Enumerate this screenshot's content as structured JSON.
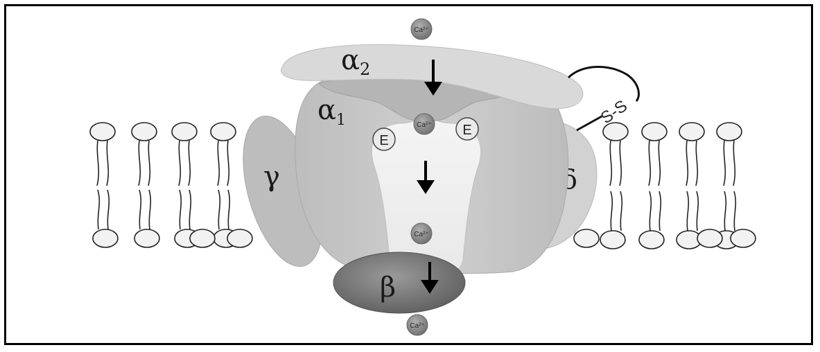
{
  "labels": {
    "alpha2_sym": "α",
    "alpha2_sub": "2",
    "alpha1_sym": "α",
    "alpha1_sub": "1",
    "gamma": "γ",
    "delta": "δ",
    "beta": "β",
    "disulfide": "S-S",
    "glutamate_left": "E",
    "glutamate_right": "E"
  },
  "ions": [
    "Ca²⁺",
    "Ca²⁺",
    "Ca²⁺",
    "Ca²⁺"
  ],
  "colors": {
    "alpha2": "#d9d9d9",
    "alpha1": "#c4c4c4",
    "pore": "#eeeeee",
    "gamma": "#bdbdbd",
    "delta": "#d2d2d2",
    "beta": "#7a7a7a",
    "ion": "#8c8c8c",
    "lipid_head": "#f2f2f2",
    "border": "#000000"
  }
}
